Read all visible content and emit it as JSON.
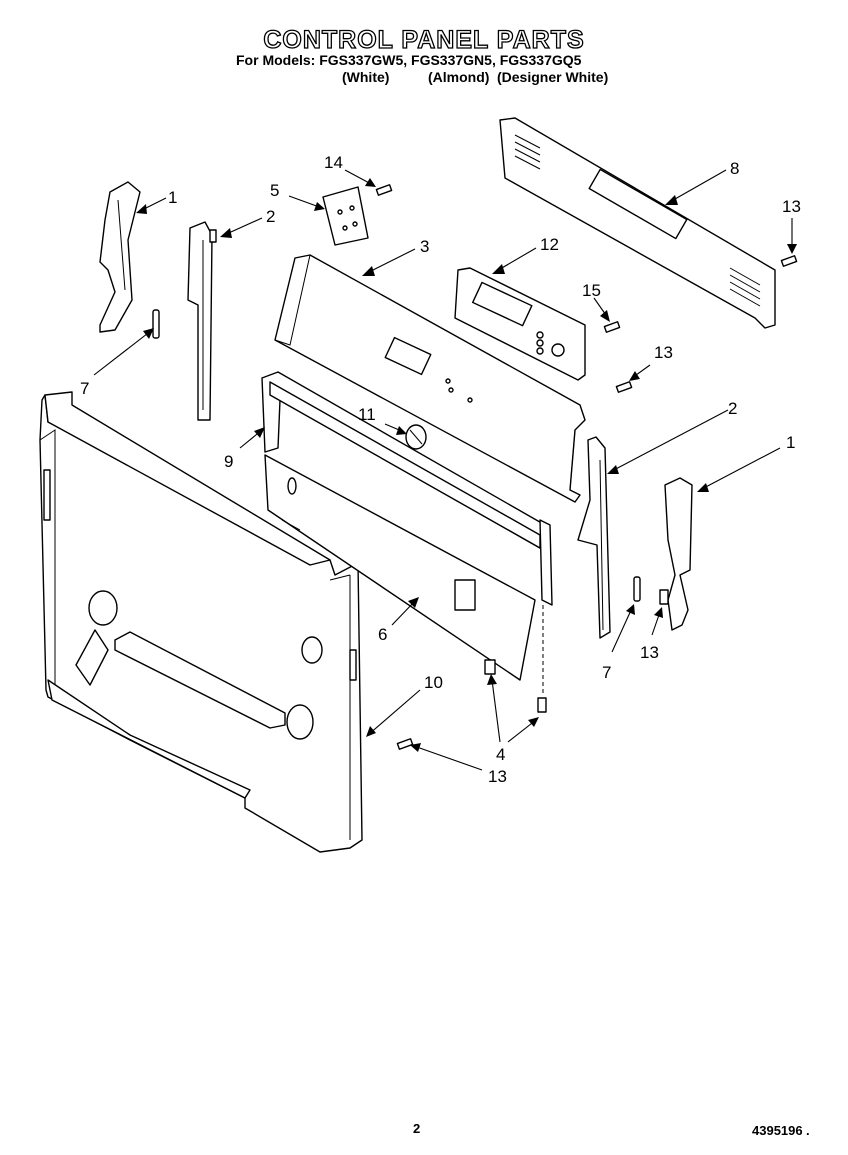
{
  "header": {
    "title": "CONTROL PANEL PARTS",
    "models_line": "For Models: FGS337GW5, FGS337GN5, FGS337GQ5",
    "variant_white": "(White)",
    "variant_almond": "(Almond)",
    "variant_designer": "(Designer White)"
  },
  "callouts": {
    "c1a": "1",
    "c1b": "1",
    "c2a": "2",
    "c2b": "2",
    "c3": "3",
    "c4": "4",
    "c5": "5",
    "c6": "6",
    "c7a": "7",
    "c7b": "7",
    "c8": "8",
    "c9": "9",
    "c10": "10",
    "c11": "11",
    "c12": "12",
    "c13a": "13",
    "c13b": "13",
    "c13c": "13",
    "c13d": "13",
    "c14": "14",
    "c15": "15"
  },
  "footer": {
    "page_number": "2",
    "doc_number": "4395196"
  }
}
